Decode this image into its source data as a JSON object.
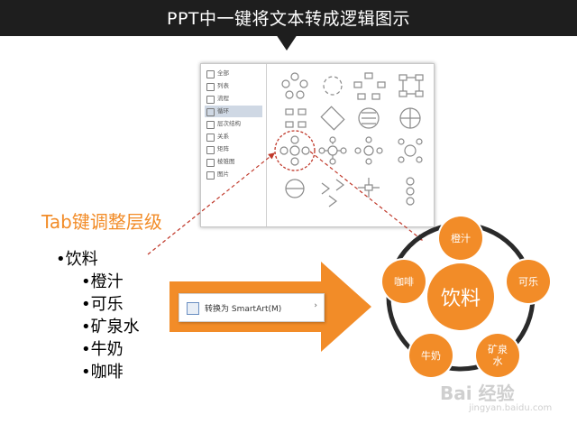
{
  "header": {
    "title": "PPT中一键将文本转成逻辑图示"
  },
  "gallery": {
    "categories": [
      "全部",
      "列表",
      "流程",
      "循环",
      "层次结构",
      "关系",
      "矩阵",
      "棱锥图",
      "图片"
    ],
    "active_index": 3
  },
  "note": "Tab键调整层级",
  "bullets": {
    "level1": "•饮料",
    "level2": [
      "•橙汁",
      "•可乐",
      "•矿泉水",
      "•牛奶",
      "•咖啡"
    ]
  },
  "context_menu": {
    "label": "转换为 SmartArt(M)",
    "chevron": "›"
  },
  "diagram": {
    "center": "饮料",
    "items": [
      "橙汁",
      "可乐",
      "矿泉\n水",
      "牛奶",
      "咖啡"
    ]
  },
  "watermark": {
    "brand": "Bai 经验",
    "url": "jingyan.baidu.com"
  },
  "colors": {
    "accent": "#f28c28",
    "banner": "#1e1e1e",
    "ring": "#2a2a2a"
  }
}
